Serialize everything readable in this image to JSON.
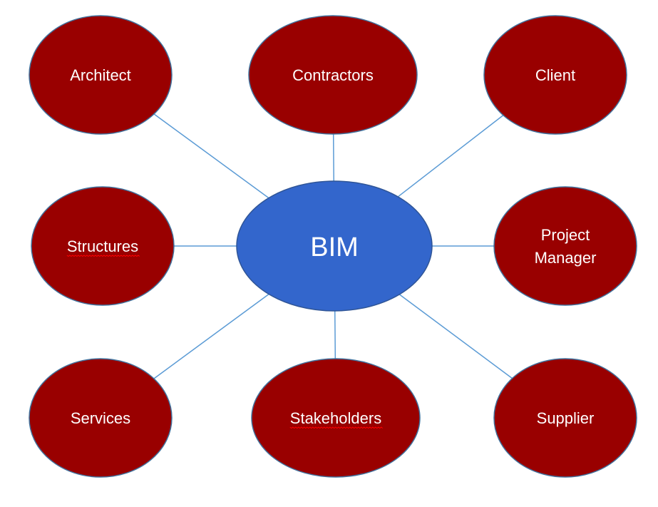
{
  "diagram": {
    "title": "BIM",
    "hub": {
      "id": "bim",
      "label": "BIM"
    },
    "nodes": [
      {
        "id": "architect",
        "label": [
          "Architect"
        ],
        "spellcheck_underline": false
      },
      {
        "id": "contractors",
        "label": [
          "Contractors"
        ],
        "spellcheck_underline": false
      },
      {
        "id": "client",
        "label": [
          "Client"
        ],
        "spellcheck_underline": false
      },
      {
        "id": "structures",
        "label": [
          "Structures"
        ],
        "spellcheck_underline": true
      },
      {
        "id": "project-manager",
        "label": [
          "Project",
          "Manager"
        ],
        "spellcheck_underline": false
      },
      {
        "id": "services",
        "label": [
          "Services"
        ],
        "spellcheck_underline": false
      },
      {
        "id": "stakeholders",
        "label": [
          "Stakeholders"
        ],
        "spellcheck_underline": true
      },
      {
        "id": "supplier",
        "label": [
          "Supplier"
        ],
        "spellcheck_underline": false
      }
    ],
    "edges": [
      {
        "from": "bim",
        "to": "architect"
      },
      {
        "from": "bim",
        "to": "contractors"
      },
      {
        "from": "bim",
        "to": "client"
      },
      {
        "from": "bim",
        "to": "structures"
      },
      {
        "from": "bim",
        "to": "project-manager"
      },
      {
        "from": "bim",
        "to": "services"
      },
      {
        "from": "bim",
        "to": "stakeholders"
      },
      {
        "from": "bim",
        "to": "supplier"
      }
    ],
    "colors": {
      "hub_fill": "#3366CC",
      "hub_stroke": "#2F5597",
      "node_fill": "#990000",
      "node_stroke": "#41719C",
      "edge": "#5B9BD5",
      "text": "#FFFFFF",
      "spellcheck": "#FF0000"
    }
  }
}
